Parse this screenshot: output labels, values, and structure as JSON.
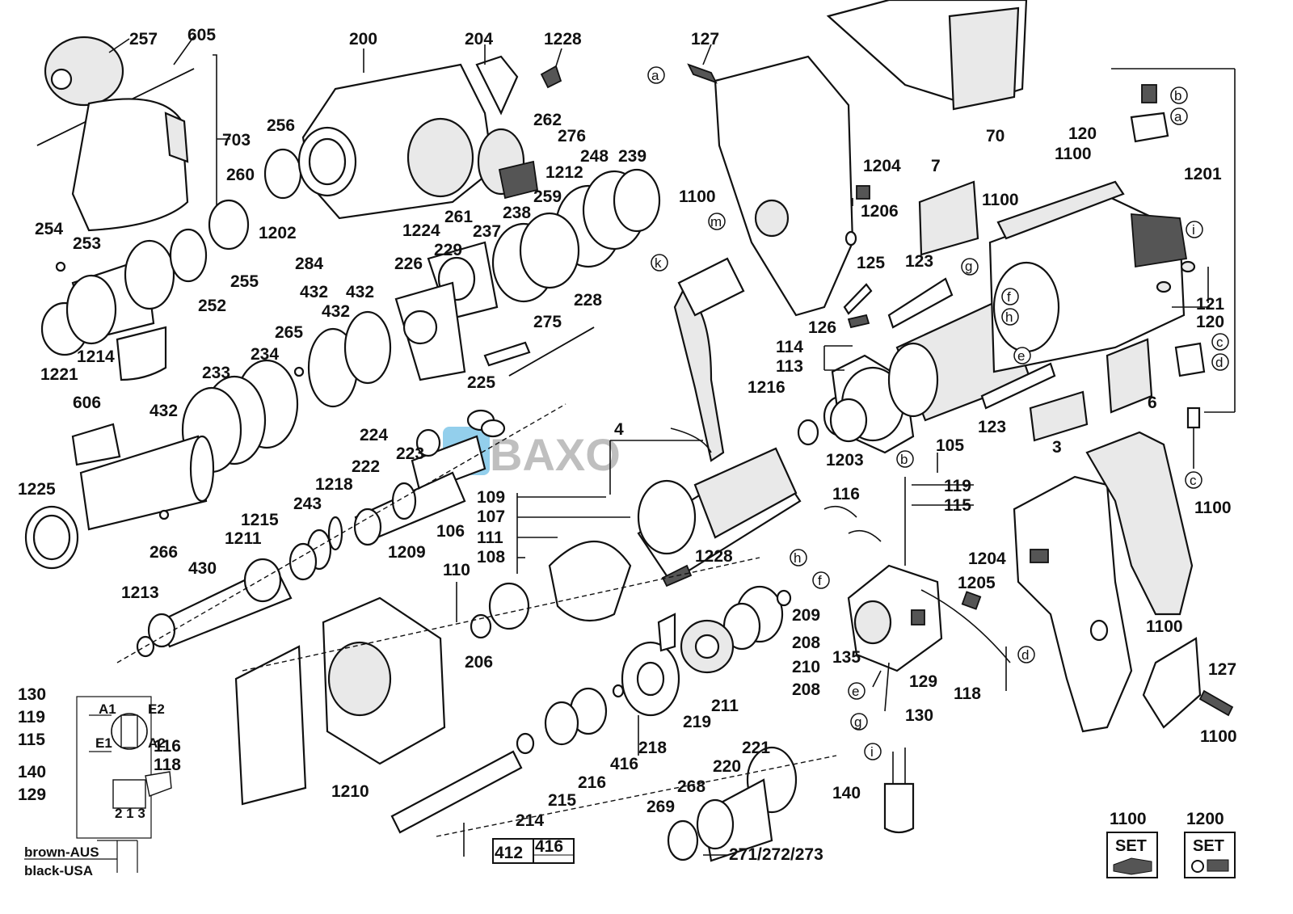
{
  "watermark": {
    "letters": "BAXO"
  },
  "labels": {
    "p257": "257",
    "p605": "605",
    "p703": "703",
    "p254": "254",
    "p253": "253",
    "p255": "255",
    "p252": "252",
    "p1214": "1214",
    "p1221": "1221",
    "p260": "260",
    "p256": "256",
    "p200": "200",
    "p204": "204",
    "p1228a": "1228",
    "p262": "262",
    "p276": "276",
    "p1212": "1212",
    "p248": "248",
    "p239": "239",
    "p1202": "1202",
    "p284": "284",
    "p1224": "1224",
    "p261": "261",
    "p238": "238",
    "p259": "259",
    "p237": "237",
    "p229": "229",
    "p226": "226",
    "p432a": "432",
    "p432b": "432",
    "p432c": "432",
    "p265": "265",
    "p234": "234",
    "p233": "233",
    "p275": "275",
    "p228": "228",
    "p606": "606",
    "p1225": "1225",
    "p266": "266",
    "p225": "225",
    "p224": "224",
    "p223": "223",
    "p222": "222",
    "p1218": "1218",
    "p243": "243",
    "p1215": "1215",
    "p1211": "1211",
    "p1209": "1209",
    "p430": "430",
    "p1213": "1213",
    "p109": "109",
    "p107": "107",
    "p106": "106",
    "p111": "111",
    "p108": "108",
    "p110": "110",
    "p4": "4",
    "p1228b": "1228",
    "p206": "206",
    "p1210": "1210",
    "p209": "209",
    "p208a": "208",
    "p210": "210",
    "p208b": "208",
    "p211": "211",
    "p219": "219",
    "p218": "218",
    "p416a": "416",
    "p216": "216",
    "p215": "215",
    "p214": "214",
    "p412": "412",
    "p416b": "416",
    "p221": "221",
    "p220": "220",
    "p268": "268",
    "p269": "269",
    "p271": "271/272/273",
    "p127a": "127",
    "p1100a": "1100",
    "p1204a": "1204",
    "p1206": "1206",
    "p125": "125",
    "p126": "126",
    "p1216": "1216",
    "p114": "114",
    "p113": "113",
    "p123a": "123",
    "p123b": "123",
    "p105": "105",
    "p1203": "1203",
    "p7": "7",
    "p1100b": "1100",
    "p1100c": "1100",
    "p3": "3",
    "p6": "6",
    "p70": "70",
    "p120a": "120",
    "p120b": "120",
    "p121": "121",
    "p1201": "1201",
    "p119": "119",
    "p116": "116",
    "p115": "115",
    "p1205": "1205",
    "p135": "135",
    "p129": "129",
    "p118": "118",
    "p130": "130",
    "p140": "140",
    "p1100d": "1100",
    "p1204b": "1204",
    "p1100e": "1100",
    "p127b": "127",
    "p1100f": "1100",
    "set1100": "1100",
    "set1200": "1200"
  },
  "circled_letters": {
    "a1": "a",
    "b1": "b",
    "a2": "a",
    "i1": "i",
    "g1": "g",
    "f1": "f",
    "h1": "h",
    "e1": "e",
    "c1": "c",
    "d1": "d",
    "c2": "c",
    "m": "m",
    "k": "k",
    "b2": "b",
    "h2": "h",
    "f2": "f",
    "d2": "d",
    "e2": "e",
    "g2": "g",
    "i2": "i"
  },
  "set_badges": {
    "text": "SET"
  },
  "legend": {
    "l130": "130",
    "l119": "119",
    "l115": "115",
    "l140": "140",
    "l129": "129",
    "l116": "116",
    "l118": "118",
    "a1": "A1",
    "e2": "E2",
    "e1": "E1",
    "a2": "A2",
    "t213": "2 1 3",
    "brown": "brown-AUS",
    "black": "black-USA"
  }
}
